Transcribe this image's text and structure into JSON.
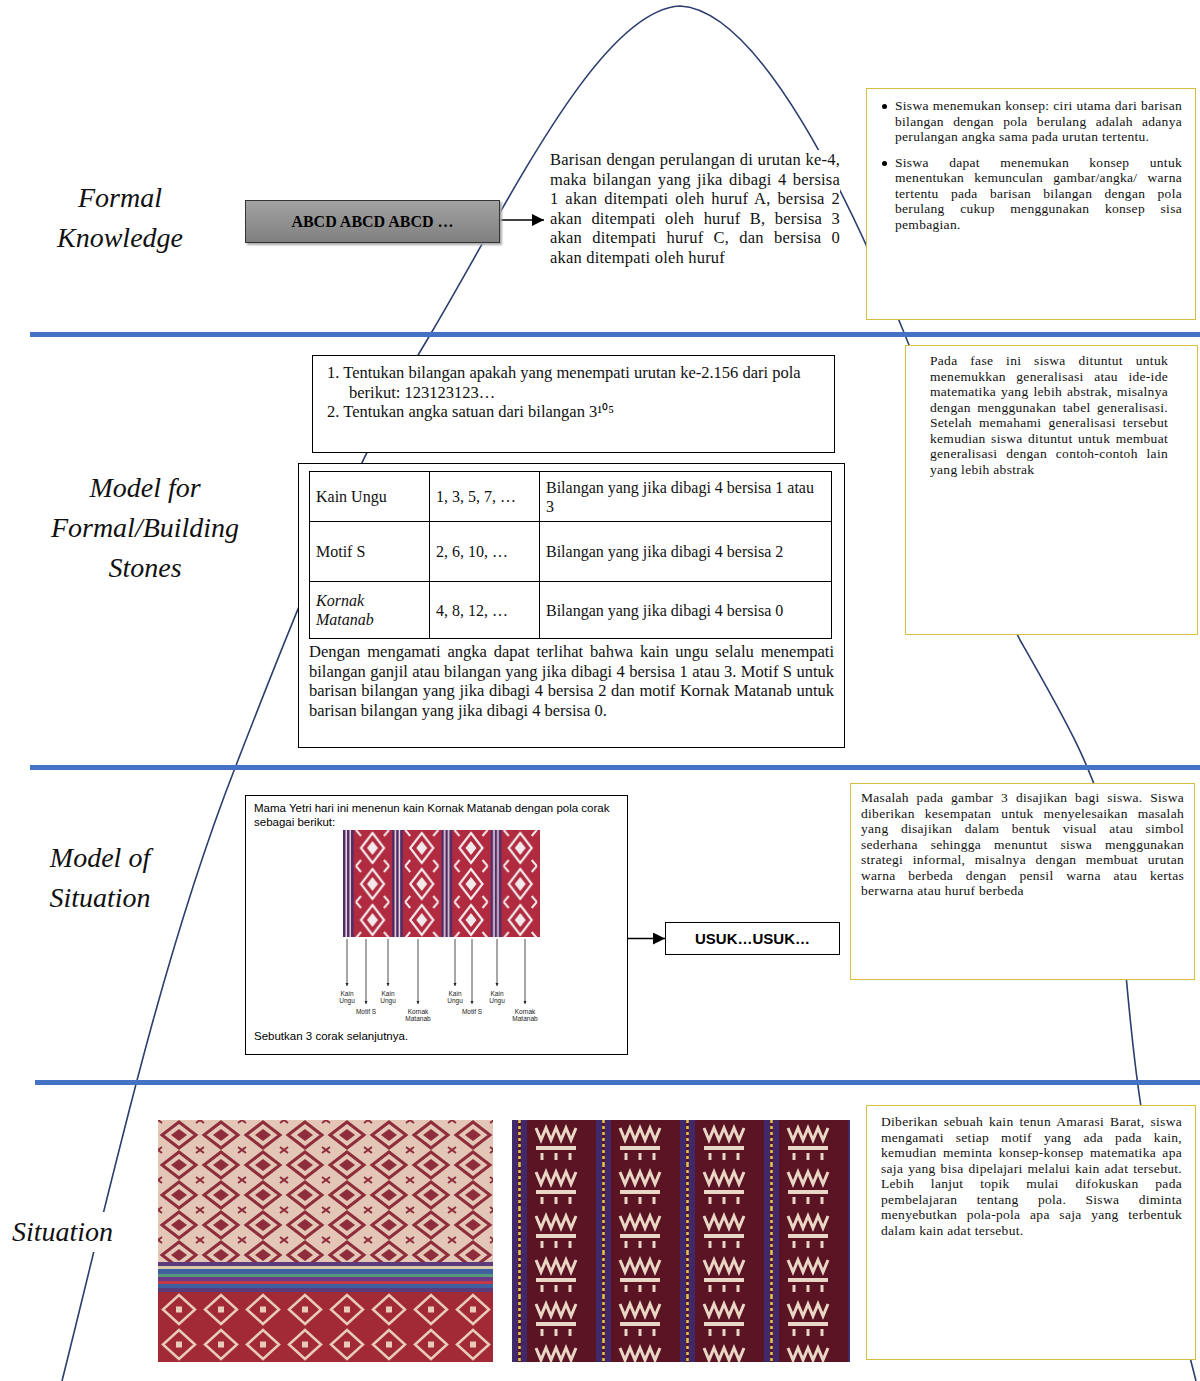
{
  "diagram": {
    "nodes": [
      {
        "text": [
          "ABCD ABCD ABCD …"
        ]
      },
      {
        "text": [
          "Barisan dengan perulangan di urutan ke-4, maka bilangan yang jika dibagi 4 bersisa 1 akan ditempati oleh huruf A, bersisa 2 akan ditempati oleh huruf B, bersisa 3 akan ditempati huruf C, dan bersisa 0 akan ditempati oleh huruf"
        ]
      },
      {
        "text": [
          "Siswa menemukan konsep: ciri utama dari barisan bilangan dengan pola berulang adalah adanya perulangan angka sama pada urutan tertentu.",
          "Siswa dapat menemukan konsep untuk menentukan kemunculan gambar/angka/ warna tertentu pada barisan bilangan dengan pola berulang cukup menggunakan konsep sisa pembagian."
        ]
      },
      {
        "text": [
          "1. Tentukan bilangan apakah yang menempati urutan ke-2.156 dari pola berikut: 123123123…",
          "2. Tentukan angka satuan dari bilangan 3¹⁰⁵"
        ]
      },
      {
        "text": [
          "Dengan mengamati angka dapat terlihat bahwa kain ungu selalu menempati bilangan ganjil atau bilangan yang jika dibagi 4 bersisa 1 atau 3. Motif S untuk barisan bilangan yang jika dibagi 4 bersisa 2 dan motif Kornak Matanab untuk barisan bilangan yang jika dibagi 4 bersisa 0."
        ]
      },
      {
        "text": [
          "Kain Ungu"
        ],
        "in": 4
      },
      {
        "text": [
          "1, 3, 5, 7, …"
        ],
        "in": 4
      },
      {
        "text": [
          "Bilangan yang jika dibagi 4 bersisa 1 atau 3"
        ],
        "in": 4
      },
      {
        "text": [
          "Motif S"
        ],
        "in": 4
      },
      {
        "text": [
          "2, 6, 10, …"
        ],
        "in": 4
      },
      {
        "text": [
          "Bilangan yang jika dibagi 4 bersisa 2"
        ],
        "in": 4
      },
      {
        "text": [
          "Kornak Matanab"
        ],
        "in": 4
      },
      {
        "text": [
          "4, 8, 12, …"
        ],
        "in": 4
      },
      {
        "text": [
          "Bilangan yang jika dibagi 4 bersisa 0"
        ],
        "in": 4
      },
      {
        "text": [
          "Pada fase ini siswa dituntut untuk menemukkan generalisasi atau ide-ide matematika yang lebih abstrak, misalnya dengan menggunakan tabel generalisasi. Setelah memahami generalisasi tersebut kemudian siswa dituntut untuk membuat generalisasi dengan contoh-contoh lain yang lebih abstrak"
        ]
      },
      {
        "text": [
          "Mama Yetri hari ini menenun kain Kornak Matanab dengan pola corak sebagai berikut:",
          "Sebutkan 3 corak selanjutnya."
        ]
      },
      {
        "text": [
          "USUK…USUK…"
        ]
      },
      {
        "text": [
          "Masalah pada gambar 3 disajikan bagi siswa. Siswa diberikan kesempatan untuk menyelesaikan masalah yang disajikan dalam bentuk visual atau simbol sederhana sehingga menuntut siswa menggunakan strategi informal, misalnya dengan membuat urutan warna berbeda dengan pensil warna atau kertas berwarna atau huruf berbeda"
        ]
      },
      {
        "text": [
          "Diberikan sebuah kain tenun Amarasi Barat, siswa mengamati setiap motif yang ada pada kain, kemudian meminta konsep-konsep matematika apa saja yang bisa dipelajari melalui kain adat tersebut. Lebih lanjut topik mulai difokuskan pada pembelajaran tentang pola. Siswa diminta menyebutkan pola-pola apa saja yang terbentuk dalam kain adat tersebut."
        ]
      }
    ],
    "edges": [
      {
        "from": 0,
        "to": 1,
        "arrow": "to"
      },
      {
        "from": 15,
        "to": 16,
        "arrow": "to"
      }
    ],
    "labels": [
      "Formal Knowledge",
      "Model for Formal/Building Stones",
      "Model of Situation",
      "Situation",
      "Kain Ungu",
      "Motif S",
      "Kain Ungu",
      "Kornak Matanab",
      "Kain Ungu",
      "Motif S",
      "Kain Ungu",
      "Kornak Matanab"
    ]
  }
}
